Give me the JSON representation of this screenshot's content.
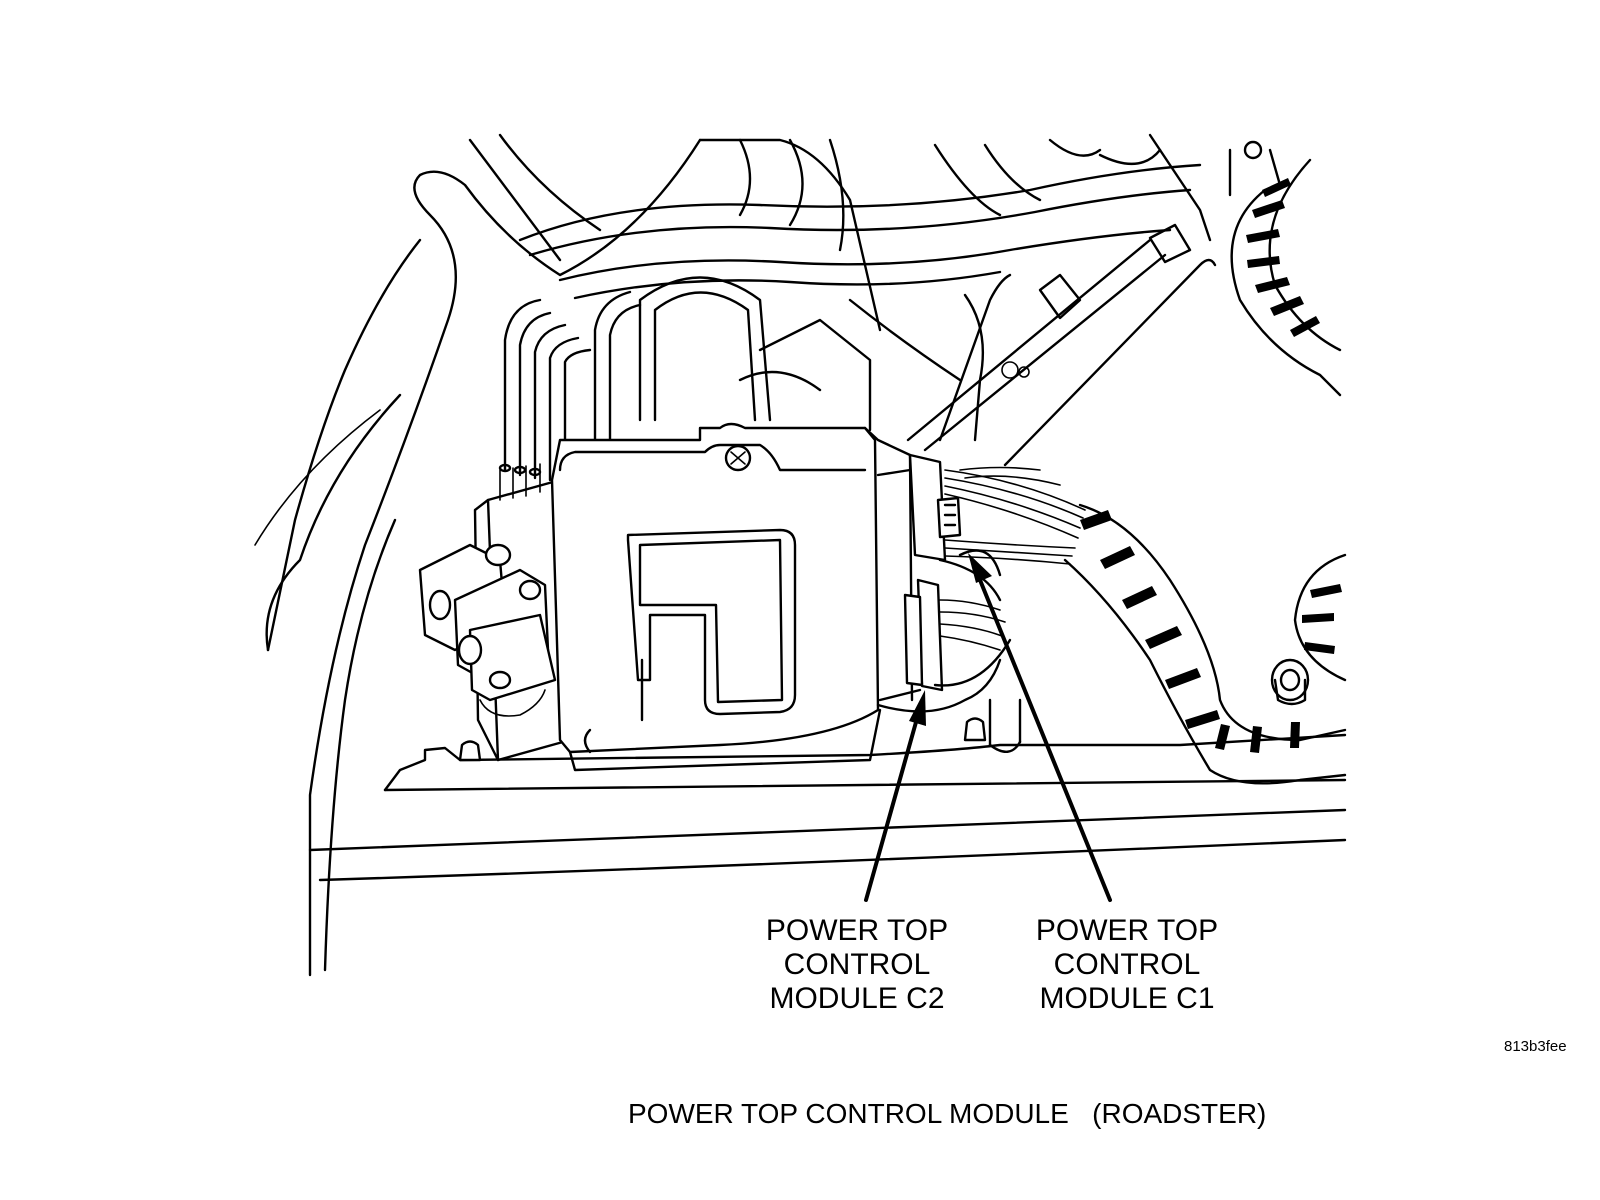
{
  "callouts": {
    "c2": {
      "line1": "POWER TOP",
      "line2": "CONTROL",
      "line3": "MODULE C2"
    },
    "c1": {
      "line1": "POWER TOP",
      "line2": "CONTROL",
      "line3": "MODULE C1"
    }
  },
  "figure_code": "813b3fee",
  "caption": "POWER TOP CONTROL MODULE   (ROADSTER)"
}
